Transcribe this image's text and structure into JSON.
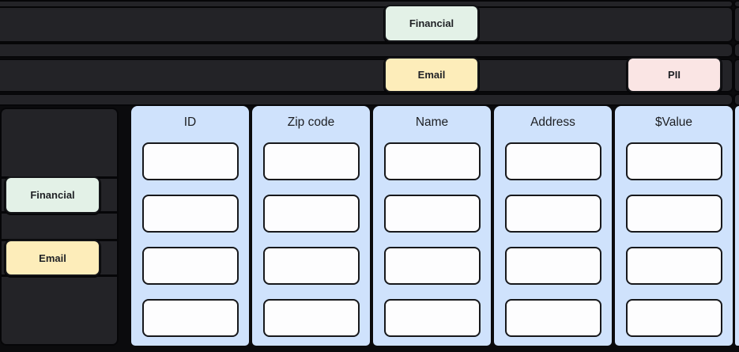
{
  "top_flow": {
    "financial_tag_label": "Financial",
    "email_tag_label": "Email",
    "pii_tag_label": "PII"
  },
  "side_panel": {
    "financial_tag_label": "Financial",
    "email_tag_label": "Email"
  },
  "table": {
    "columns": [
      {
        "header": "ID"
      },
      {
        "header": "Zip code"
      },
      {
        "header": "Name"
      },
      {
        "header": "Address"
      },
      {
        "header": "$Value"
      }
    ],
    "empty_cells_per_column": 4
  },
  "colors": {
    "background": "#0b0b0d",
    "lane": "#232327",
    "column": "#cfe2fc",
    "cell": "#fdfdfe",
    "financial": "#e3f1e7",
    "email": "#fdedba",
    "pii": "#fae5e4",
    "ink": "#202226"
  }
}
